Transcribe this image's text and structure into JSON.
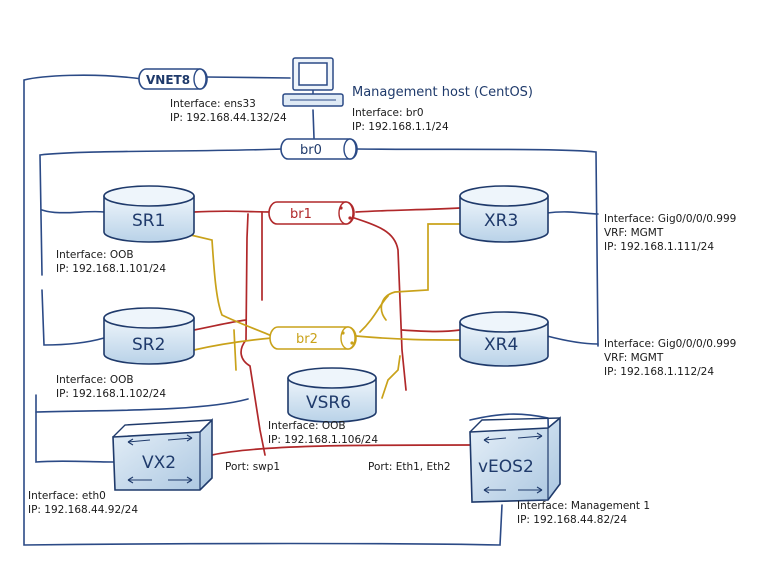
{
  "management_host": {
    "title": "Management host (CentOS)",
    "iface_label": "Interface: br0",
    "ip_label": "IP: 192.168.1.1/24"
  },
  "vnet8": {
    "name": "VNET8",
    "iface_label": "Interface: ens33",
    "ip_label": "IP: 192.168.44.132/24"
  },
  "bridges": {
    "br0": "br0",
    "br1": "br1",
    "br2": "br2"
  },
  "routers": {
    "sr1": {
      "name": "SR1",
      "iface_label": "Interface: OOB",
      "ip_label": "IP: 192.168.1.101/24"
    },
    "sr2": {
      "name": "SR2",
      "iface_label": "Interface: OOB",
      "ip_label": "IP: 192.168.1.102/24"
    },
    "xr3": {
      "name": "XR3",
      "iface_label": "Interface: Gig0/0/0/0.999",
      "vrf_label": "VRF: MGMT",
      "ip_label": "IP: 192.168.1.111/24"
    },
    "xr4": {
      "name": "XR4",
      "iface_label": "Interface: Gig0/0/0/0.999",
      "vrf_label": "VRF: MGMT",
      "ip_label": "IP: 192.168.1.112/24"
    },
    "vsr6": {
      "name": "VSR6",
      "iface_label": "Interface: OOB",
      "ip_label": "IP: 192.168.1.106/24"
    }
  },
  "switches": {
    "vx2": {
      "name": "VX2",
      "port_label": "Port: swp1",
      "iface_label": "Interface: eth0",
      "ip_label": "IP: 192.168.44.92/24"
    },
    "veos2": {
      "name": "vEOS2",
      "port_label": "Port: Eth1, Eth2",
      "iface_label": "Interface: Management 1",
      "ip_label": "IP: 192.168.44.82/24"
    }
  },
  "colors": {
    "mgmt_line": "#2b4a86",
    "red_line": "#b0282a",
    "yellow_line": "#c9a21a",
    "device_fill": "#cfe0ef",
    "device_stroke": "#1f3a6b"
  }
}
